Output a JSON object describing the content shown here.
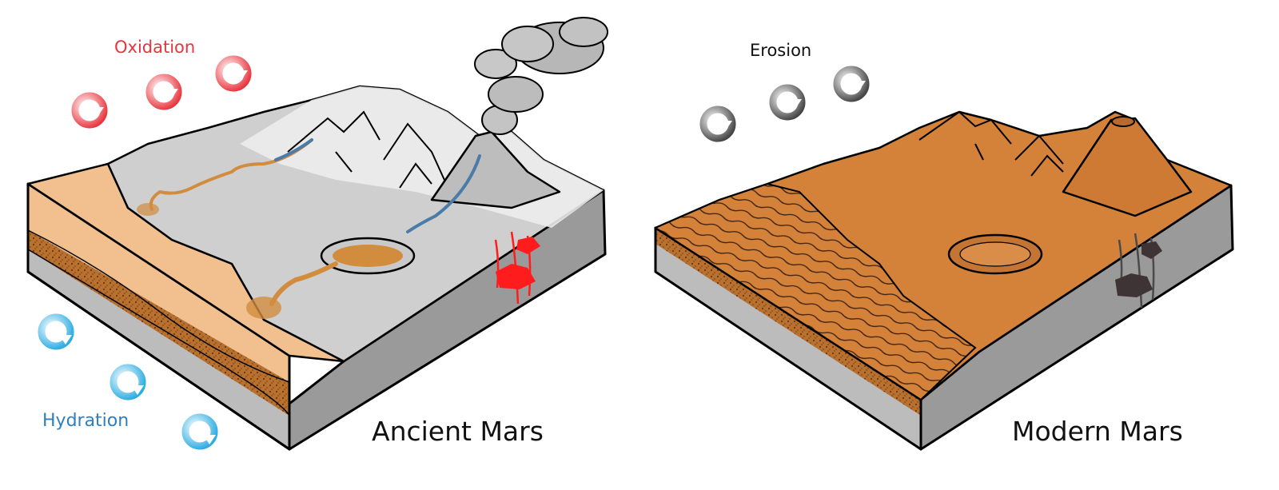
{
  "labels": {
    "oxidation": "Oxidation",
    "hydration": "Hydration",
    "erosion": "Erosion",
    "ancient_mars": "Ancient Mars",
    "modern_mars": "Modern Mars"
  },
  "colors": {
    "oxidation": "#e8353d",
    "hydration": "#2e7fc1",
    "hydration_arrow": "#29abe2",
    "erosion_arrow": "#555555",
    "text": "#111111",
    "snow": "#e9e9ea",
    "rock_gray": "#9a9a9b",
    "martian_soil": "#d4823a",
    "sand_layer": "#f1c08e",
    "sediment": "#b86a2c",
    "water": "#4b7ba8",
    "magma": "#ff1c1c",
    "dark_intrusion": "#3f3435"
  },
  "icons": {
    "oxidation_arrows": "circular-arrow-icon",
    "hydration_arrows": "circular-arrow-icon",
    "erosion_arrows": "circular-arrow-icon"
  }
}
